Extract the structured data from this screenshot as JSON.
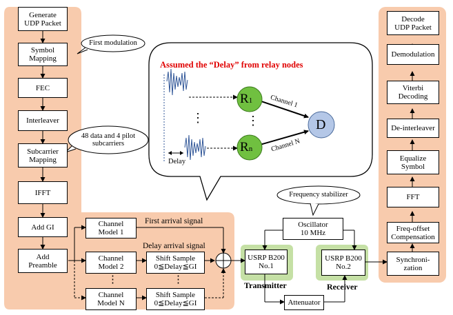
{
  "tx_chain": {
    "generate_udp": "Generate\nUDP Packet",
    "symbol_mapping": "Symbol\nMapping",
    "fec": "FEC",
    "interleaver": "Interleaver",
    "subcarrier_mapping": "Subcarrier\nMapping",
    "ifft": "IFFT",
    "add_gi": "Add GI",
    "add_preamble": "Add\nPreamble"
  },
  "callouts": {
    "first_modulation": "First modulation",
    "subcarriers": "48 data and 4 pilot\nsubcarriers",
    "frequency_stabilizer": "Frequency stabilizer"
  },
  "relay_panel": {
    "title": "Assumed the “Delay” from relay nodes",
    "node_r1": "R",
    "node_r1_sub": "1",
    "node_rn": "R",
    "node_rn_sub": "n",
    "node_d": "D",
    "channel_1": "Channel 1",
    "channel_n": "Channel N",
    "delay": "Delay",
    "dots": "⋮"
  },
  "channel_models": {
    "model_1": "Channel\nModel 1",
    "model_2": "Channel\nModel 2",
    "model_n": "Channel\nModel N",
    "dots": "⋮"
  },
  "shift_samples": {
    "shift_2": "Shift Sample\n0≦Delay≦GI",
    "shift_n": "Shift Sample\n0≦Delay≦GI",
    "dots": "⋮"
  },
  "signals": {
    "first_arrival": "First arrival signal",
    "delay_arrival": "Delay arrival signal"
  },
  "hardware": {
    "oscillator": "Oscillator\n10 MHz",
    "usrp_1": "USRP B200\nNo.1",
    "usrp_2": "USRP B200\nNo.2",
    "attenuator": "Attenuator",
    "transmitter": "Transmitter",
    "receiver": "Receiver"
  },
  "rx_chain": {
    "decode_udp": "Decode\nUDP Packet",
    "demodulation": "Demodulation",
    "viterbi": "Viterbi\nDecoding",
    "deinterleaver": "De-interleaver",
    "equalize": "Equalize\nSymbol",
    "fft": "FFT",
    "freq_offset": "Freq-offset\nCompensation",
    "synchronization": "Synchroni-\nzation"
  },
  "colors": {
    "panel_fill": "#f8cbad",
    "usrp_fill": "#c5e0a5",
    "node_green": "#70c040",
    "node_blue": "#b4c7e7",
    "title_red": "#e00000",
    "wave_blue": "#2f5597"
  }
}
